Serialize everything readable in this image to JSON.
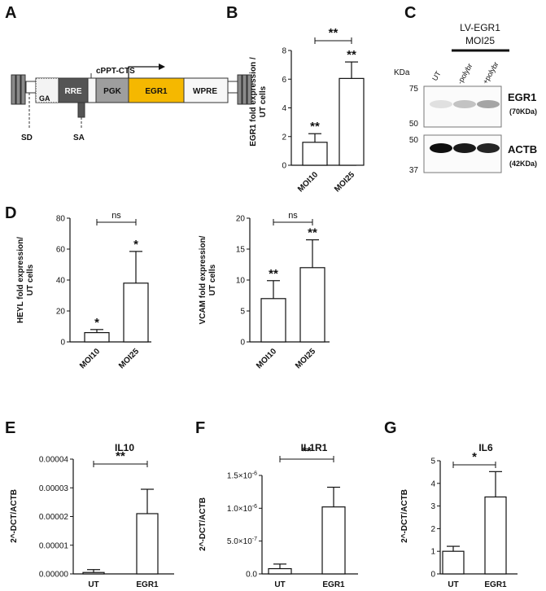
{
  "panels": {
    "A": {
      "letter": "A",
      "labels": {
        "ga": "GA",
        "rre": "RRE",
        "pgk": "PGK",
        "egr1": "EGR1",
        "wpre": "WPRE",
        "cppt": "cPPT-CTS",
        "sd": "SD",
        "sa": "SA"
      },
      "colors": {
        "egr1": "#f5b800",
        "rre": "#555555",
        "pgk": "#9e9e9e",
        "ltr": "#8a8a8a"
      }
    },
    "B": {
      "letter": "B"
    },
    "C": {
      "letter": "C",
      "header": "LV-EGR1",
      "header2": "MOI25",
      "kda": "KDa",
      "lanes": [
        "UT",
        "-polybr",
        "+polybr"
      ],
      "markers_top": [
        "75",
        "50"
      ],
      "markers_bottom": [
        "50",
        "37"
      ],
      "bands": [
        {
          "name": "EGR1",
          "size": "(70KDa)",
          "intensity": [
            0.05,
            0.18,
            0.32
          ]
        },
        {
          "name": "ACTB",
          "size": "(42KDa)",
          "intensity": [
            1.0,
            0.95,
            0.9
          ]
        }
      ]
    },
    "D": {
      "letter": "D"
    },
    "E": {
      "letter": "E"
    },
    "F": {
      "letter": "F"
    },
    "G": {
      "letter": "G"
    }
  },
  "chart_data": [
    {
      "id": "B",
      "type": "bar",
      "categories": [
        "MOI10",
        "MOI25"
      ],
      "values": [
        1.6,
        6.05
      ],
      "errors": [
        0.6,
        1.15
      ],
      "ylabel": "EGR1 fold expression /\nUT cells",
      "ylim": [
        0,
        8
      ],
      "yticks": [
        "0",
        "2",
        "4",
        "6",
        "8"
      ],
      "bar_stars": [
        "**",
        "**"
      ],
      "bracket": "**"
    },
    {
      "id": "D1",
      "type": "bar",
      "categories": [
        "MOI10",
        "MOI25"
      ],
      "values": [
        6,
        38
      ],
      "errors": [
        2,
        20.5
      ],
      "ylabel": "HEYL fold expression/\nUT cells",
      "ylim": [
        0,
        80
      ],
      "yticks": [
        "0",
        "20",
        "40",
        "60",
        "80"
      ],
      "bar_stars": [
        "*",
        "*"
      ],
      "bracket": "ns"
    },
    {
      "id": "D2",
      "type": "bar",
      "categories": [
        "MOI10",
        "MOI25"
      ],
      "values": [
        7,
        12
      ],
      "errors": [
        2.9,
        4.5
      ],
      "ylabel": "VCAM fold expression/\nUT cells",
      "ylim": [
        0,
        20
      ],
      "yticks": [
        "0",
        "5",
        "10",
        "15",
        "20"
      ],
      "bar_stars": [
        "**",
        "**"
      ],
      "bracket": "ns"
    },
    {
      "id": "E",
      "type": "bar",
      "title": "IL10",
      "categories": [
        "UT",
        "EGR1"
      ],
      "values": [
        5e-07,
        2.1e-05
      ],
      "errors": [
        1e-06,
        8.5e-06
      ],
      "ylabel": "2^-DCT/ACTB",
      "ylim": [
        0,
        4e-05
      ],
      "yticks": [
        "0.00000",
        "0.00001",
        "0.00002",
        "0.00003",
        "0.00004"
      ],
      "bar_stars": [
        "",
        ""
      ],
      "bracket": "**"
    },
    {
      "id": "F",
      "type": "bar",
      "title": "IL1R1",
      "categories": [
        "UT",
        "EGR1"
      ],
      "values": [
        8e-08,
        1.02e-06
      ],
      "errors": [
        7e-08,
        3e-07
      ],
      "ylabel": "2^-DCT/ACTB",
      "ylim": [
        0,
        1.5e-06
      ],
      "yticks": [
        "0.0",
        "5.0×10^-7",
        "1.0×10^-6",
        "1.5×10^-6"
      ],
      "bar_stars": [
        "",
        ""
      ],
      "bracket": "**"
    },
    {
      "id": "G",
      "type": "bar",
      "title": "IL6",
      "categories": [
        "UT",
        "EGR1"
      ],
      "values": [
        1.0,
        3.4
      ],
      "errors": [
        0.22,
        1.12
      ],
      "ylabel": "2^-DCT/ACTB",
      "ylim": [
        0,
        5
      ],
      "yticks": [
        "0",
        "1",
        "2",
        "3",
        "4",
        "5"
      ],
      "bar_stars": [
        "",
        ""
      ],
      "bracket": "*"
    }
  ]
}
